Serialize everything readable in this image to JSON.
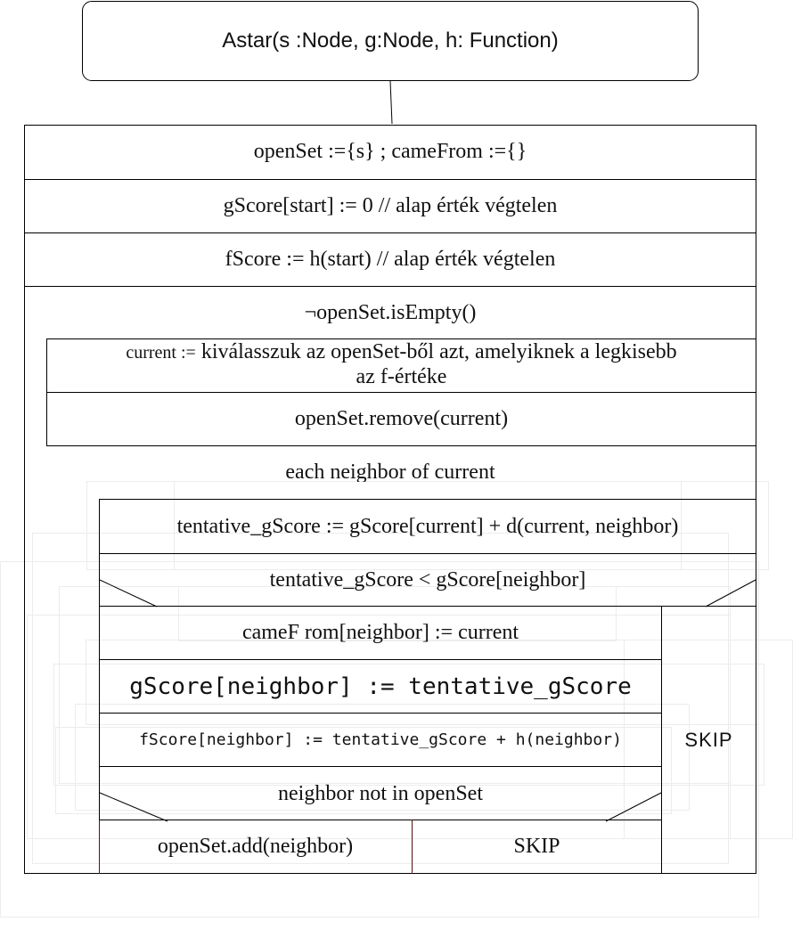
{
  "function_header": "Astar(s :Node, g:Node, h: Function)",
  "init": {
    "open_set": "openSet :={s} ; cameFrom :={}",
    "g_score": "gScore[start] := 0 // alap érték végtelen",
    "f_score": "fScore := h(start) // alap érték végtelen"
  },
  "while_loop": {
    "condition": "¬openSet.isEmpty()",
    "current_small": "current :=",
    "current_rest_line1": "kiválasszuk az openSet-ből azt, amelyiknek a legkisebb",
    "current_rest_line2": "az f-értéke",
    "remove": "openSet.remove(current)"
  },
  "for_each": {
    "header": "each neighbor of current",
    "tentative": "tentative_gScore := gScore[current] + d(current, neighbor)",
    "if_condition": "tentative_gScore < gScore[neighbor]",
    "then": {
      "came_from": "cameF rom[neighbor] := current",
      "g_update": "gScore[neighbor] := tentative_gScore",
      "f_update": "fScore[neighbor] := tentative_gScore + h(neighbor)"
    },
    "else_label": "SKIP",
    "inner_if_condition": "neighbor not in openSet",
    "inner_then": "openSet.add(neighbor)",
    "inner_else": "SKIP"
  }
}
